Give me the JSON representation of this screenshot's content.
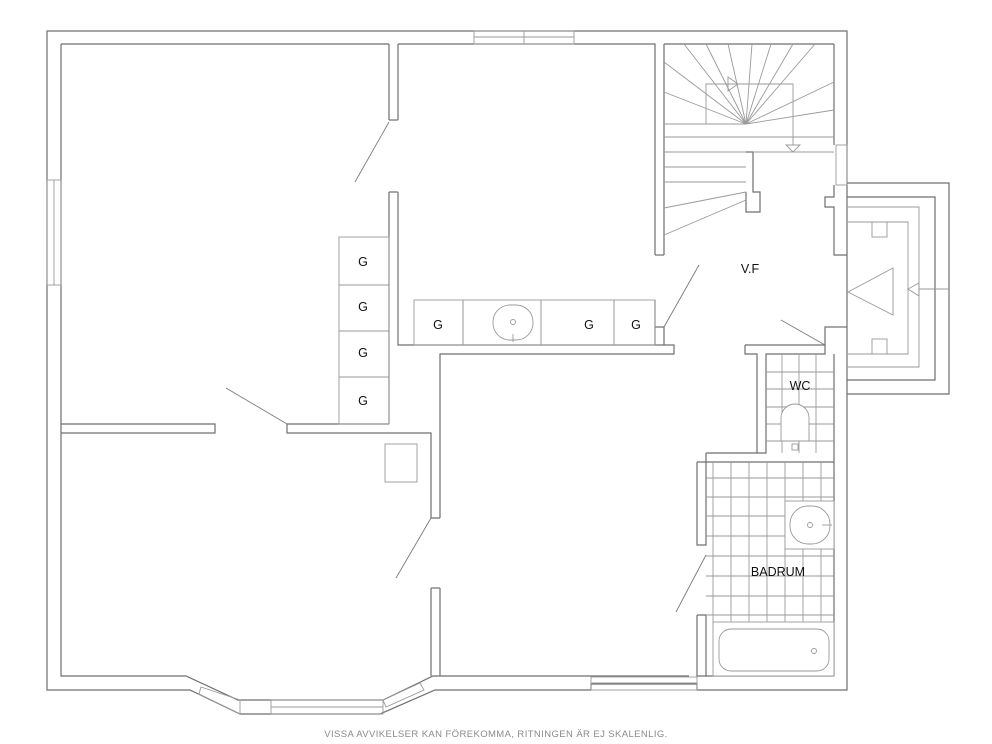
{
  "rooms": {
    "hall": "V.F",
    "wc": "WC",
    "bathroom": "BADRUM"
  },
  "closet_label": "G",
  "disclaimer": "VISSA AVVIKELSER KAN FÖREKOMMA, RITNINGEN ÄR EJ SKALENLIG."
}
